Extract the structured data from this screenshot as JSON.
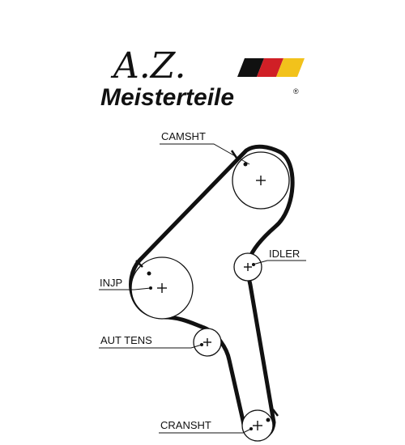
{
  "logo": {
    "initials": "A.Z.",
    "wordmark": "Meisterteile",
    "registered": "®",
    "flag_colors": [
      "#111111",
      "#d01f26",
      "#f2c21b"
    ]
  },
  "diagram": {
    "labels": {
      "camshaft": "CAMSHT",
      "idler": "IDLER",
      "injection_pump": "INJP",
      "auto_tensioner": "AUT TENS",
      "crankshaft": "CRANSHT"
    },
    "line_color": "#111111"
  }
}
